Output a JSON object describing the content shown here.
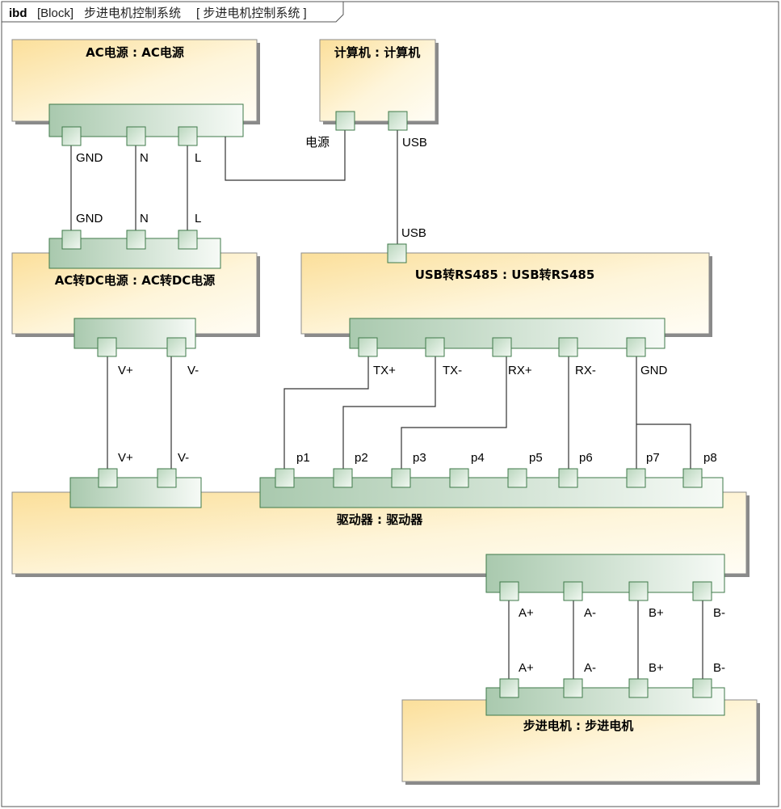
{
  "frame": {
    "keyword": "ibd",
    "stereo": "[Block]",
    "name": "步进电机控制系统",
    "bracket_text": "[ 步进电机控制系统 ]"
  },
  "blocks": {
    "ac_power": "AC电源 : AC电源",
    "computer": "计算机 : 计算机",
    "acdc_power": "AC转DC电源 : AC转DC电源",
    "usb485": "USB转RS485 : USB转RS485",
    "driver": "驱动器 : 驱动器",
    "motor": "步进电机 : 步进电机"
  },
  "ports": {
    "ac_power": [
      "GND",
      "N",
      "L"
    ],
    "computer": [
      "电源",
      "USB"
    ],
    "acdc_in": [
      "GND",
      "N",
      "L"
    ],
    "acdc_out": [
      "V+",
      "V-"
    ],
    "usb485_usb": "USB",
    "usb485_out": [
      "TX+",
      "TX-",
      "RX+",
      "RX-",
      "GND"
    ],
    "driver_power": [
      "V+",
      "V-"
    ],
    "driver_ctrl": [
      "p1",
      "p2",
      "p3",
      "p4",
      "p5",
      "p6",
      "p7",
      "p8"
    ],
    "driver_out": [
      "A+",
      "A-",
      "B+",
      "B-"
    ],
    "motor_in": [
      "A+",
      "A-",
      "B+",
      "B-"
    ]
  }
}
